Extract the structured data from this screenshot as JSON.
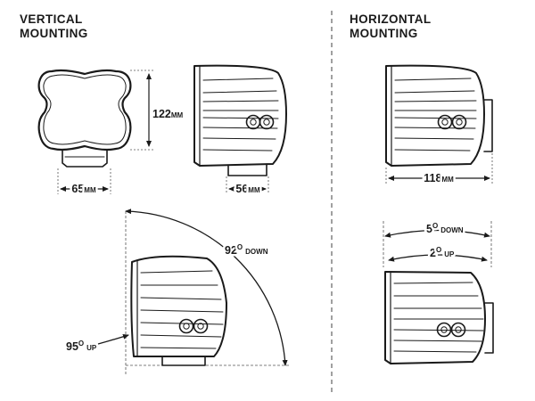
{
  "vertical": {
    "heading_line1": "VERTICAL",
    "heading_line2": "MOUNTING",
    "front_width": {
      "value": "65",
      "unit": "MM"
    },
    "front_height": {
      "value": "122",
      "unit": "MM"
    },
    "side_depth": {
      "value": "56",
      "unit": "MM"
    },
    "tilt_down": {
      "value": "92",
      "degree": "O",
      "direction": "DOWN"
    },
    "tilt_up": {
      "value": "95",
      "degree": "O",
      "direction": "UP"
    }
  },
  "horizontal": {
    "heading_line1": "HORIZONTAL",
    "heading_line2": "MOUNTING",
    "side_width": {
      "value": "118",
      "unit": "MM"
    },
    "tilt_down": {
      "value": "5",
      "degree": "O",
      "direction": "DOWN"
    },
    "tilt_up": {
      "value": "2",
      "degree": "O",
      "direction": "UP"
    }
  },
  "colors": {
    "line": "#1a1a1a",
    "divider": "#777777",
    "fill": "#ffffff"
  }
}
